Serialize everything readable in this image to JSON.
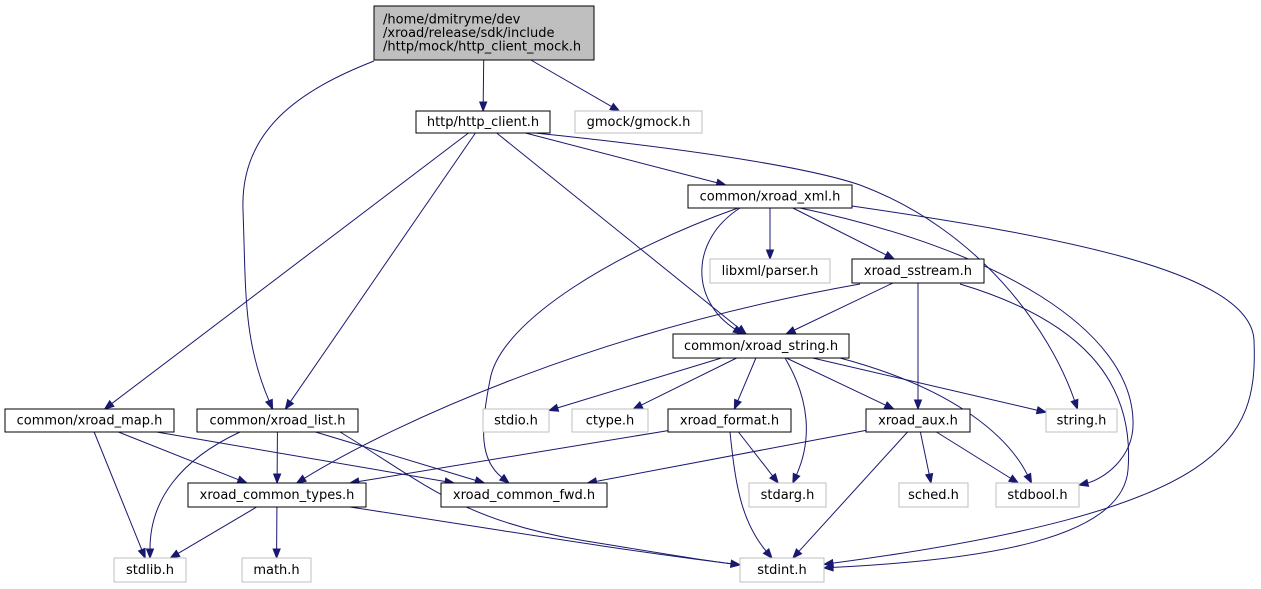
{
  "graph": {
    "edge_color": "#191970",
    "root_fill": "#bfbfbf",
    "system_border": "#bfbfbf",
    "nodes": [
      {
        "id": "root",
        "lines": [
          "/home/dmitryme/dev",
          "/xroad/release/sdk/include",
          "/http/mock/http_client_mock.h"
        ],
        "kind": "root"
      },
      {
        "id": "http_client",
        "lines": [
          "http/http_client.h"
        ],
        "kind": "primary"
      },
      {
        "id": "gmock",
        "lines": [
          "gmock/gmock.h"
        ],
        "kind": "system"
      },
      {
        "id": "xroad_xml",
        "lines": [
          "common/xroad_xml.h"
        ],
        "kind": "primary"
      },
      {
        "id": "libxml",
        "lines": [
          "libxml/parser.h"
        ],
        "kind": "system"
      },
      {
        "id": "xroad_sstream",
        "lines": [
          "xroad_sstream.h"
        ],
        "kind": "primary"
      },
      {
        "id": "xroad_string",
        "lines": [
          "common/xroad_string.h"
        ],
        "kind": "primary"
      },
      {
        "id": "xroad_map",
        "lines": [
          "common/xroad_map.h"
        ],
        "kind": "primary"
      },
      {
        "id": "xroad_list",
        "lines": [
          "common/xroad_list.h"
        ],
        "kind": "primary"
      },
      {
        "id": "stdio",
        "lines": [
          "stdio.h"
        ],
        "kind": "system"
      },
      {
        "id": "ctype",
        "lines": [
          "ctype.h"
        ],
        "kind": "system"
      },
      {
        "id": "xroad_format",
        "lines": [
          "xroad_format.h"
        ],
        "kind": "primary"
      },
      {
        "id": "xroad_aux",
        "lines": [
          "xroad_aux.h"
        ],
        "kind": "primary"
      },
      {
        "id": "string",
        "lines": [
          "string.h"
        ],
        "kind": "system"
      },
      {
        "id": "common_types",
        "lines": [
          "xroad_common_types.h"
        ],
        "kind": "primary"
      },
      {
        "id": "common_fwd",
        "lines": [
          "xroad_common_fwd.h"
        ],
        "kind": "primary"
      },
      {
        "id": "stdarg",
        "lines": [
          "stdarg.h"
        ],
        "kind": "system"
      },
      {
        "id": "sched",
        "lines": [
          "sched.h"
        ],
        "kind": "system"
      },
      {
        "id": "stdbool",
        "lines": [
          "stdbool.h"
        ],
        "kind": "system"
      },
      {
        "id": "stdlib",
        "lines": [
          "stdlib.h"
        ],
        "kind": "system"
      },
      {
        "id": "math",
        "lines": [
          "math.h"
        ],
        "kind": "system"
      },
      {
        "id": "stdint",
        "lines": [
          "stdint.h"
        ],
        "kind": "system"
      }
    ],
    "edges": [
      [
        "root",
        "http_client"
      ],
      [
        "root",
        "gmock"
      ],
      [
        "root",
        "xroad_list"
      ],
      [
        "http_client",
        "xroad_xml"
      ],
      [
        "http_client",
        "xroad_string"
      ],
      [
        "http_client",
        "xroad_map"
      ],
      [
        "http_client",
        "xroad_list"
      ],
      [
        "http_client",
        "string"
      ],
      [
        "xroad_xml",
        "libxml"
      ],
      [
        "xroad_xml",
        "xroad_sstream"
      ],
      [
        "xroad_xml",
        "xroad_string"
      ],
      [
        "xroad_xml",
        "common_fwd"
      ],
      [
        "xroad_xml",
        "stdbool"
      ],
      [
        "xroad_xml",
        "stdint"
      ],
      [
        "xroad_sstream",
        "xroad_string"
      ],
      [
        "xroad_sstream",
        "xroad_aux"
      ],
      [
        "xroad_sstream",
        "common_types"
      ],
      [
        "xroad_sstream",
        "stdint"
      ],
      [
        "xroad_string",
        "stdio"
      ],
      [
        "xroad_string",
        "ctype"
      ],
      [
        "xroad_string",
        "xroad_format"
      ],
      [
        "xroad_string",
        "xroad_aux"
      ],
      [
        "xroad_string",
        "string"
      ],
      [
        "xroad_string",
        "stdarg"
      ],
      [
        "xroad_string",
        "stdbool"
      ],
      [
        "xroad_map",
        "common_types"
      ],
      [
        "xroad_map",
        "common_fwd"
      ],
      [
        "xroad_map",
        "stdlib"
      ],
      [
        "xroad_list",
        "common_types"
      ],
      [
        "xroad_list",
        "common_fwd"
      ],
      [
        "xroad_list",
        "stdlib"
      ],
      [
        "xroad_list",
        "stdint"
      ],
      [
        "xroad_format",
        "common_types"
      ],
      [
        "xroad_format",
        "stdarg"
      ],
      [
        "xroad_format",
        "stdint"
      ],
      [
        "xroad_aux",
        "common_fwd"
      ],
      [
        "xroad_aux",
        "sched"
      ],
      [
        "xroad_aux",
        "stdbool"
      ],
      [
        "xroad_aux",
        "stdint"
      ],
      [
        "common_types",
        "stdlib"
      ],
      [
        "common_types",
        "math"
      ],
      [
        "common_types",
        "stdint"
      ]
    ]
  }
}
